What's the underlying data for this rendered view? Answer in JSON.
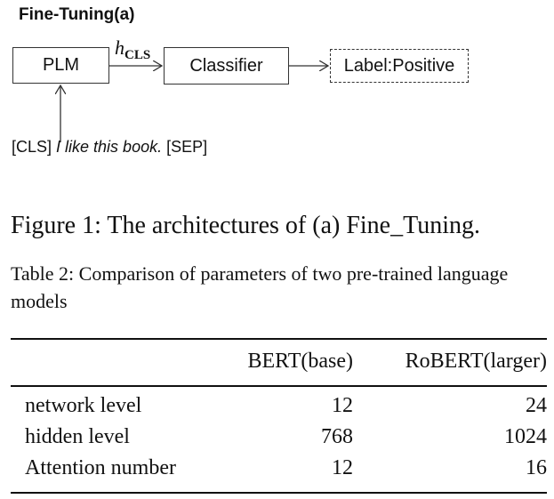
{
  "diagram": {
    "title": "Fine-Tuning(a)",
    "plm_label": "PLM",
    "edge_label": "h",
    "edge_label_sub": "CLS",
    "classifier_label": "Classifier",
    "output_label": "Label:Positive",
    "input_prefix": "[CLS] ",
    "input_sentence": "I like this book.",
    "input_suffix": " [SEP]"
  },
  "figure_caption": "Figure 1: The architectures of (a) Fine_Tuning.",
  "table_caption": "Table 2: Comparison of parameters of two pre-trained language models",
  "table": {
    "headers": [
      "",
      "BERT(base)",
      "RoBERT(larger)"
    ],
    "rows": [
      [
        "network level",
        "12",
        "24"
      ],
      [
        "hidden level",
        "768",
        "1024"
      ],
      [
        "Attention number",
        "12",
        "16"
      ]
    ]
  }
}
